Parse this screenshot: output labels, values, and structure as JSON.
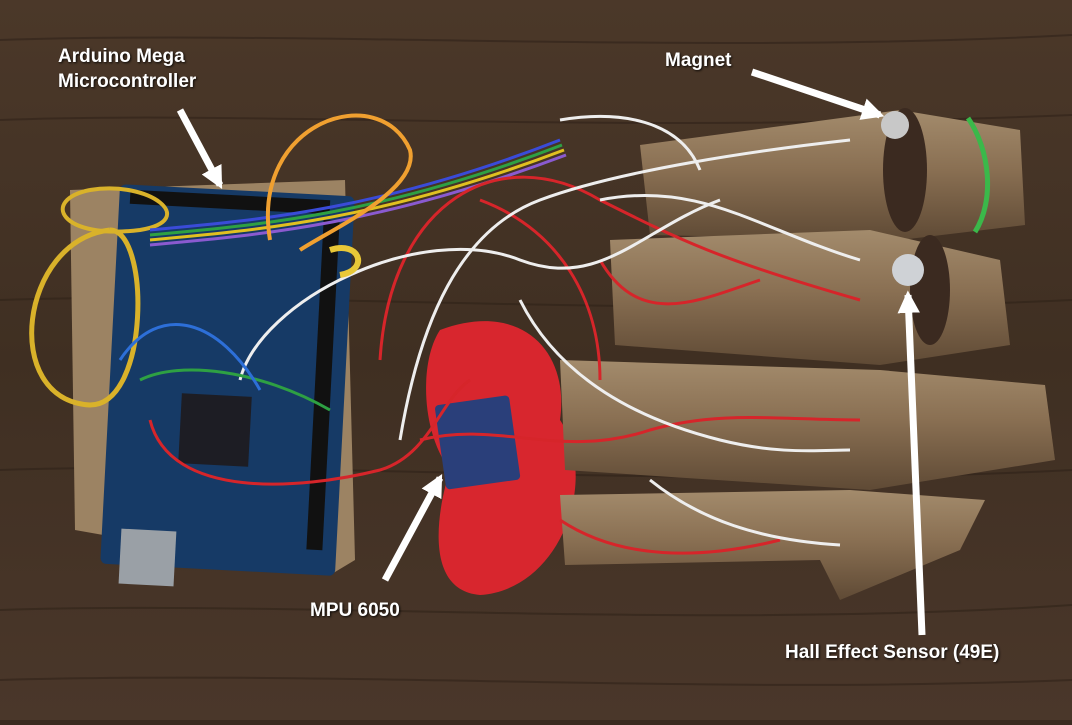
{
  "annotations": {
    "arduino_line1": "Arduino Mega",
    "arduino_line2": "Microcontroller",
    "magnet": "Magnet",
    "mpu": "MPU 6050",
    "hall": "Hall Effect Sensor (49E)"
  },
  "colors": {
    "table": "#4a3628",
    "cardboard": "#8c7356",
    "board": "#163a66",
    "red_cloth": "#d8262e",
    "annotation": "#ffffff"
  }
}
